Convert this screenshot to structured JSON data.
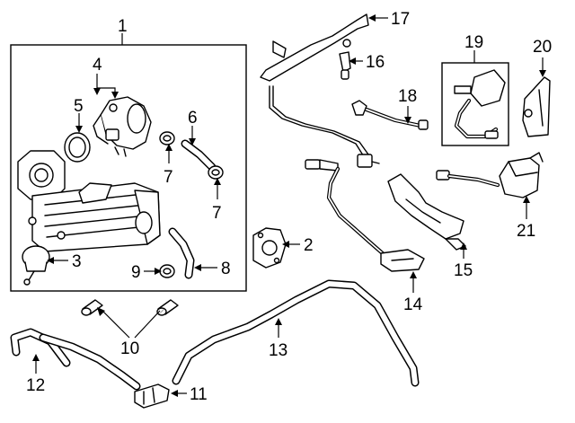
{
  "callouts": {
    "c1": "1",
    "c2": "2",
    "c3": "3",
    "c4": "4",
    "c5": "5",
    "c6": "6",
    "c7a": "7",
    "c7b": "7",
    "c8": "8",
    "c9": "9",
    "c10": "10",
    "c11": "11",
    "c12": "12",
    "c13": "13",
    "c14": "14",
    "c15": "15",
    "c16": "16",
    "c17": "17",
    "c18": "18",
    "c19": "19",
    "c20": "20",
    "c21": "21"
  }
}
